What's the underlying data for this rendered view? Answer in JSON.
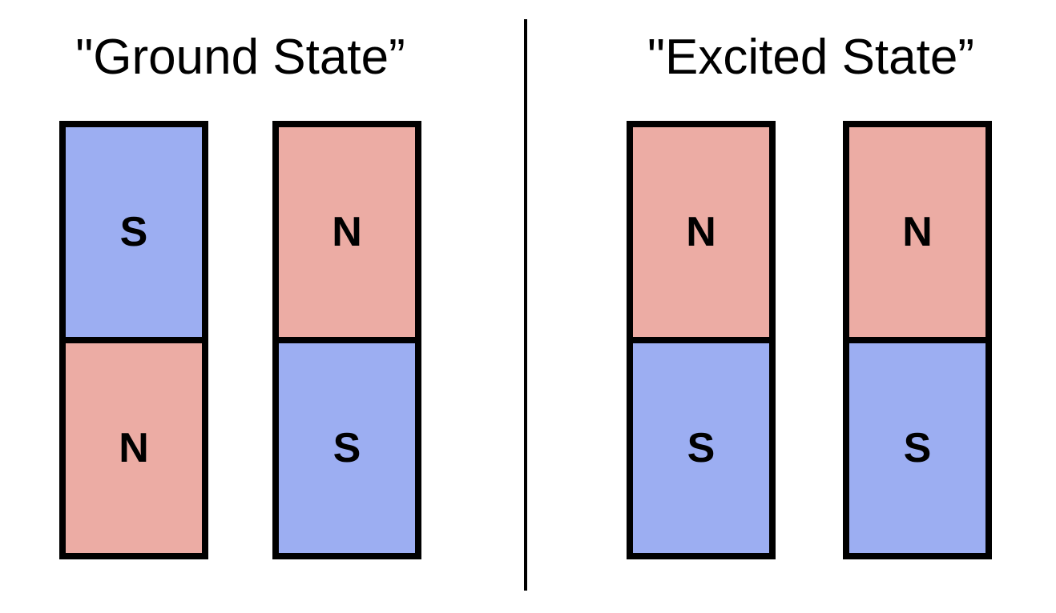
{
  "colors": {
    "north": "#ECACA4",
    "south": "#9CAEF2",
    "outline": "#000000"
  },
  "ground_state": {
    "title": "\"Ground State”",
    "magnets": [
      {
        "top": "S",
        "bottom": "N"
      },
      {
        "top": "N",
        "bottom": "S"
      }
    ]
  },
  "excited_state": {
    "title": "\"Excited State”",
    "magnets": [
      {
        "top": "N",
        "bottom": "S"
      },
      {
        "top": "N",
        "bottom": "S"
      }
    ]
  }
}
